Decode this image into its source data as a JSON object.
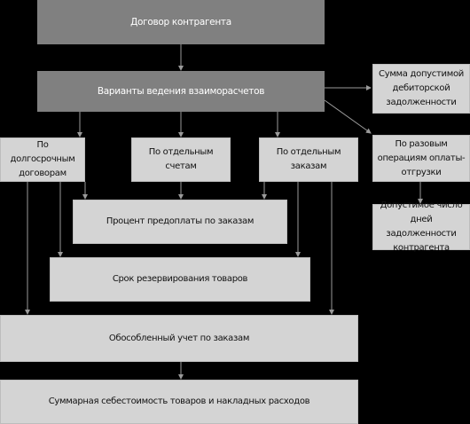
{
  "diagram": {
    "contract": "Договор контрагента",
    "settlement_variants": "Варианты ведения взаиморасчетов",
    "allowed_receivable": "Сумма допустимой дебиторской задолженности",
    "per_shipment": "По разовым операциям оплаты-отгрузки",
    "allowed_days": "Допустимое число дней задолженности контрагента",
    "long_term": "По долгосрочным договорам",
    "separate_invoices": "По отдельным счетам",
    "separate_orders": "По отдельным заказам",
    "prepayment": "Процент предоплаты по заказам",
    "reservation": "Срок резервирования товаров",
    "separate_accounting": "Обособленный учет по заказам",
    "total_cost": "Суммарная себестоимость товаров и накладных расходов"
  }
}
